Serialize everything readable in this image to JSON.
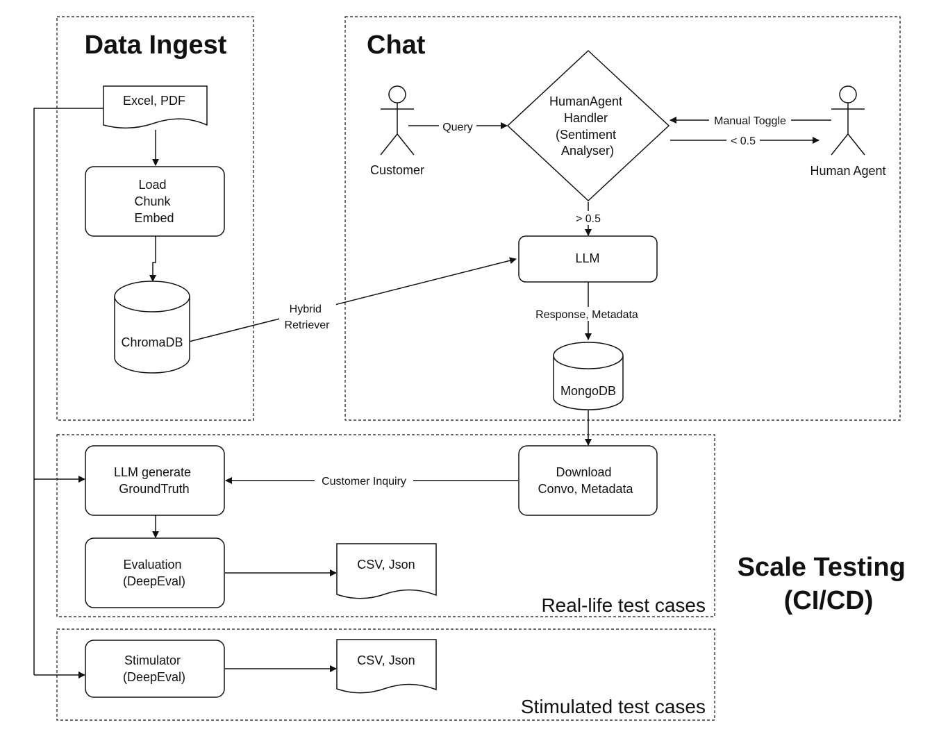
{
  "groups": {
    "data_ingest": "Data Ingest",
    "chat": "Chat",
    "real_life": "Real-life test cases",
    "stimulated": "Stimulated test cases",
    "scale_testing": [
      "Scale Testing",
      "(CI/CD)"
    ]
  },
  "nodes": {
    "excel_pdf": [
      "Excel, PDF"
    ],
    "load_chunk_embed": [
      "Load",
      "Chunk",
      "Embed"
    ],
    "chromadb": [
      "ChromaDB"
    ],
    "customer": [
      "Customer"
    ],
    "handler": [
      "HumanAgent",
      "Handler",
      "(Sentiment",
      "Analyser)"
    ],
    "human_agent": [
      "Human Agent"
    ],
    "llm": [
      "LLM"
    ],
    "mongodb": [
      "MongoDB"
    ],
    "download": [
      "Download",
      "Convo, Metadata"
    ],
    "llm_groundtruth": [
      "LLM generate",
      "GroundTruth"
    ],
    "evaluation": [
      "Evaluation",
      "(DeepEval)"
    ],
    "csv_json_1": [
      "CSV, Json"
    ],
    "stimulator": [
      "Stimulator",
      "(DeepEval)"
    ],
    "csv_json_2": [
      "CSV, Json"
    ]
  },
  "edges": {
    "query": [
      "Query"
    ],
    "manual_toggle": [
      "Manual Toggle"
    ],
    "less_than": [
      "< 0.5"
    ],
    "greater_than": [
      "> 0.5"
    ],
    "hybrid_retriever": [
      "Hybrid",
      "Retriever"
    ],
    "response_metadata": [
      "Response, Metadata"
    ],
    "customer_inquiry": [
      "Customer Inquiry"
    ]
  }
}
